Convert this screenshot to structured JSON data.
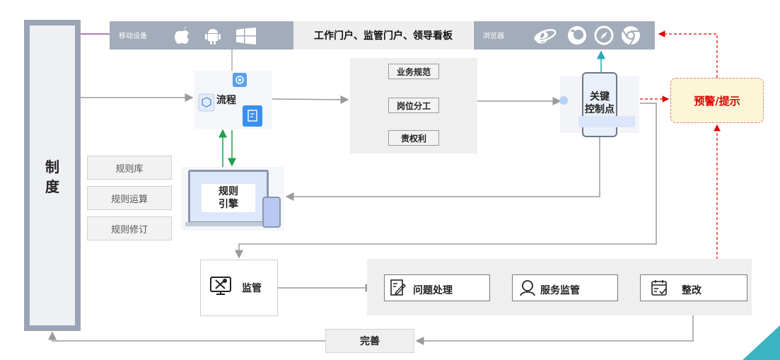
{
  "system_label": "制\n度",
  "top_bar": {
    "mobile_label": "移动设备",
    "mobile_icons": [
      "apple-icon",
      "android-icon",
      "windows-icon"
    ],
    "portal_title": "工作门户、监管门户、领导看板",
    "browser_label": "浏览器",
    "browser_icons": [
      "ie-icon",
      "firefox-icon",
      "safari-icon",
      "chrome-icon"
    ]
  },
  "process": {
    "label": "流程"
  },
  "duties": [
    "业务规范",
    "岗位分工",
    "责权利"
  ],
  "key_control": {
    "label": "关键\n控制点"
  },
  "warning": {
    "label": "预警/提示"
  },
  "rules": [
    "规则库",
    "规则运算",
    "规则修订"
  ],
  "engine": {
    "label": "规则\n引擎"
  },
  "supervision": {
    "label": "监管"
  },
  "flow": [
    "问题处理",
    "服务监管",
    "整改"
  ],
  "improve": {
    "label": "完善"
  },
  "colors": {
    "bar": "#a3acba",
    "arrow_gray": "#9a9a9a",
    "arrow_green": "#1fa050",
    "arrow_cyan": "#25a7b5",
    "warning_red": "#e00000",
    "accent_teal": "#3bb3c2"
  }
}
